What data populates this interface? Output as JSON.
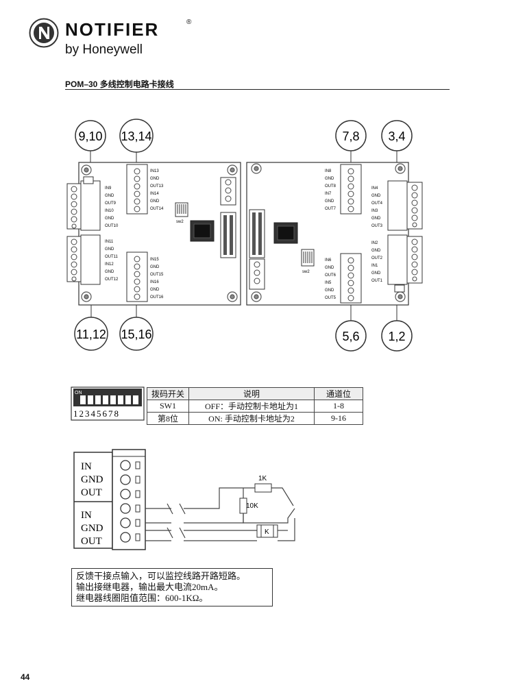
{
  "header": {
    "brand": "NOTIFIER",
    "registered_mark": "®",
    "subtitle": "by Honeywell"
  },
  "page_title": "POM–30 多线控制电路卡接线",
  "board_left": {
    "callouts": {
      "top_left": "9,10",
      "top_right": "13,14",
      "bottom_left": "11,12",
      "bottom_right": "15,16"
    },
    "terminal_left_top": [
      "IN9",
      "GND",
      "OUT9",
      "IN10",
      "GND",
      "OUT10"
    ],
    "terminal_left_bottom": [
      "IN11",
      "GND",
      "OUT11",
      "IN12",
      "GND",
      "OUT12"
    ],
    "terminal_top": [
      "IN13",
      "GND",
      "OUT13",
      "IN14",
      "GND",
      "OUT14"
    ],
    "terminal_bottom": [
      "IN15",
      "GND",
      "OUT15",
      "IN16",
      "GND",
      "OUT16"
    ],
    "switch_label": "sw2"
  },
  "board_right": {
    "callouts": {
      "top_left": "7,8",
      "top_right": "3,4",
      "bottom_left": "5,6",
      "bottom_right": "1,2"
    },
    "terminal_top": [
      "IN8",
      "GND",
      "OUT8",
      "IN7",
      "GND",
      "OUT7"
    ],
    "terminal_bottom": [
      "IN6",
      "GND",
      "OUT6",
      "IN5",
      "GND",
      "OUT5"
    ],
    "terminal_right_top": [
      "IN4",
      "GND",
      "OUT4",
      "IN3",
      "GND",
      "OUT3"
    ],
    "terminal_right_bottom": [
      "IN2",
      "GND",
      "OUT2",
      "IN1",
      "GND",
      "OUT1"
    ],
    "switch_label": "sw2"
  },
  "dip_switch": {
    "on_label": "ON",
    "numbers": "12345678"
  },
  "dip_table": {
    "headers": [
      "拨码开关",
      "说明",
      "通道位"
    ],
    "rows": [
      [
        "SW1",
        "OFF：手动控制卡地址为1",
        "1-8"
      ],
      [
        "第8位",
        "ON:  手动控制卡地址为2",
        "9-16"
      ]
    ]
  },
  "wiring": {
    "group1": [
      "IN",
      "GND",
      "OUT"
    ],
    "group2": [
      "IN",
      "GND",
      "OUT"
    ],
    "resistor_1k": "1K",
    "resistor_10k": "10K",
    "relay": "K"
  },
  "notes": [
    "反馈干接点输入，可以监控线路开路短路。",
    "输出接继电器，输出最大电流20mA。",
    "继电器线圈阻值范围：600-1KΩ。"
  ],
  "page_number": "44"
}
